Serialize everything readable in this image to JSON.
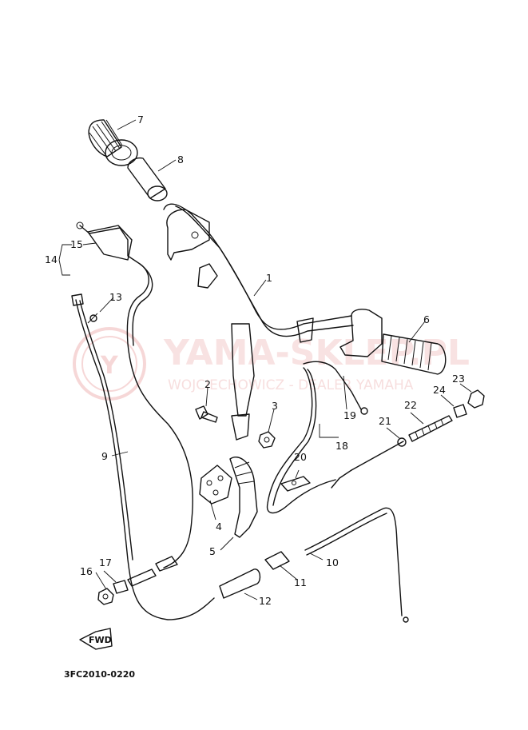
{
  "watermark": {
    "brand": "YAMA-SKLEP.PL",
    "dealer": "WOJCIECHOWICZ - DEALER YAMAHA",
    "logo_letter": "Y"
  },
  "diagram_code": "3FC2010-0220",
  "direction_tag": "FWD",
  "callouts": {
    "c1": "1",
    "c2": "2",
    "c3": "3",
    "c4": "4",
    "c5": "5",
    "c6": "6",
    "c7": "7",
    "c8": "8",
    "c9": "9",
    "c10": "10",
    "c11": "11",
    "c12": "12",
    "c13": "13",
    "c14": "14",
    "c15": "15",
    "c16": "16",
    "c17": "17",
    "c18": "18",
    "c19": "19",
    "c20": "20",
    "c21": "21",
    "c22": "22",
    "c23": "23",
    "c24": "24"
  }
}
